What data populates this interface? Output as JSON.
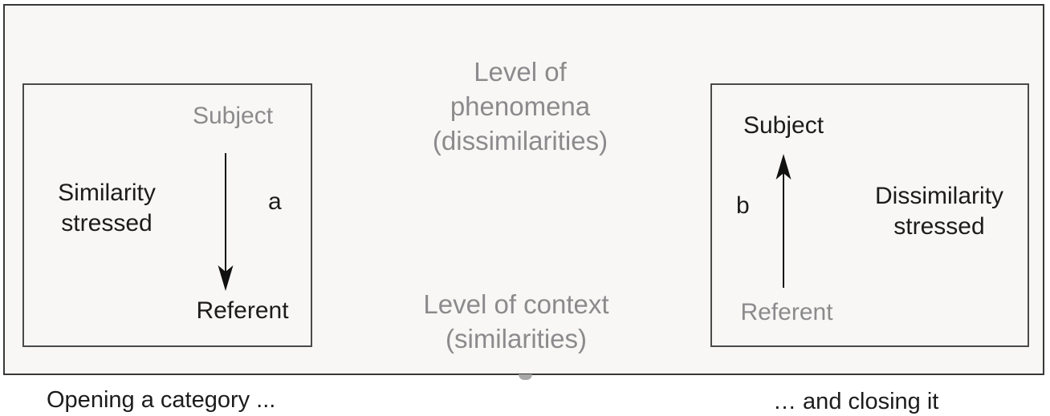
{
  "colors": {
    "page_bg": "#ffffff",
    "panel_bg": "#f8f7f5",
    "frame_border": "#383838",
    "inner_box_border": "#4a4a4a",
    "gray_text": "#8b8b8d",
    "black_text": "#1c1c1c",
    "arrow": "#111111"
  },
  "center_labels": {
    "phenomena": "Level of\nphenomena\n(dissimilarities)",
    "context": "Level of context\n(similarities)"
  },
  "left_panel": {
    "subject": "Subject",
    "subject_emphasis": "gray",
    "referent": "Referent",
    "referent_emphasis": "black",
    "side_label": "Similarity\nstressed",
    "arrow_label": "a",
    "arrow_direction": "down"
  },
  "right_panel": {
    "subject": "Subject",
    "subject_emphasis": "black",
    "referent": "Referent",
    "referent_emphasis": "gray",
    "side_label": "Dissimilarity\nstressed",
    "arrow_label": "b",
    "arrow_direction": "up"
  },
  "captions": {
    "left": "Opening a category ...",
    "right": "… and closing it"
  }
}
